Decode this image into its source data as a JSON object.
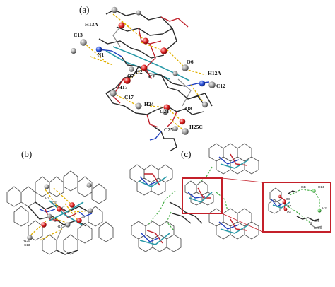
{
  "panels": {
    "a": {
      "label": "(a)",
      "atoms": {
        "h13a": "H13A",
        "c13": "C13",
        "n1": "N1",
        "o6": "O6",
        "h2": "H2",
        "o7": "O7",
        "c2": "C2",
        "h12a": "H12A",
        "c12": "C12",
        "h17": "H17",
        "c17": "C17",
        "h24": "H24",
        "c24": "C24",
        "o8": "O8",
        "h25c": "H25C",
        "c25": "C25"
      }
    },
    "b": {
      "label": "(b)",
      "atoms": {
        "h2": "H2",
        "c2": "C2",
        "o7": "O7",
        "c17": "C17",
        "h17": "H17",
        "o6": "O6",
        "h13b": "H13B",
        "c13": "C13"
      }
    },
    "c": {
      "label": "(c)",
      "inset_atoms": {
        "h1": "H6B",
        "h2": "H14",
        "o1": "O8",
        "o2": "O7",
        "o3": "O6",
        "h3": "H2",
        "c1": "C25",
        "h4": "H25C"
      }
    }
  },
  "colors": {
    "hbond_yellow": "#e0b000",
    "hbond_green": "#3aa83a",
    "oxygen_red": "#c0202a",
    "nitrogen_blue": "#1f3fbf",
    "metal_teal": "#2a9aa8",
    "frame_red": "#c4202a"
  }
}
